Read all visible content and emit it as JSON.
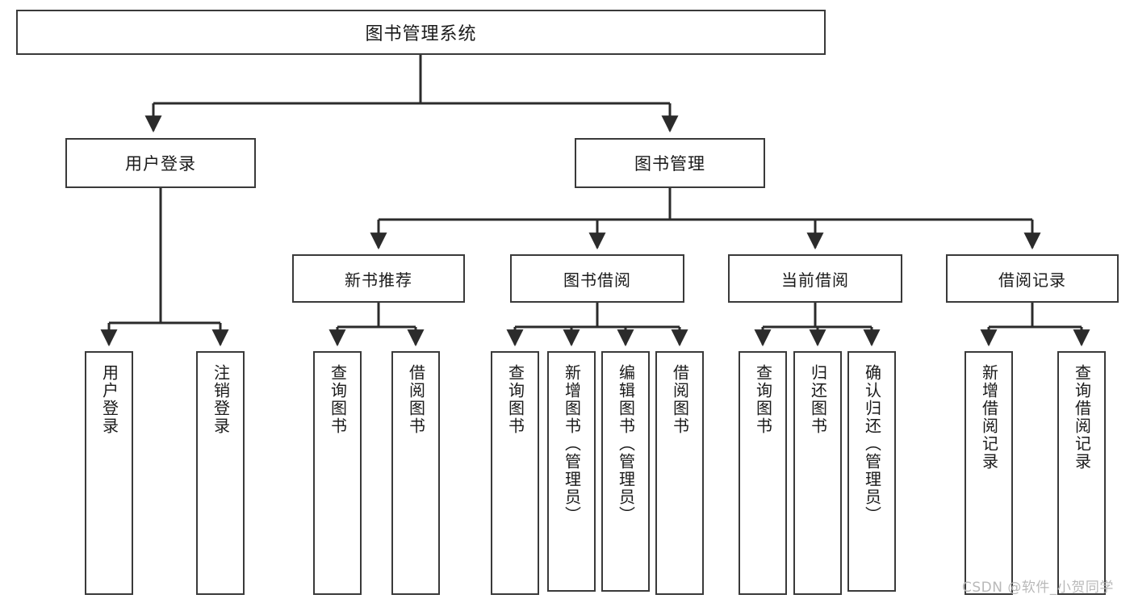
{
  "diagram": {
    "title": "图书管理系统",
    "type": "tree-hierarchy",
    "root": {
      "label": "图书管理系统"
    },
    "level2": [
      {
        "label": "用户登录"
      },
      {
        "label": "图书管理"
      }
    ],
    "level3": [
      {
        "label": "新书推荐"
      },
      {
        "label": "图书借阅"
      },
      {
        "label": "当前借阅"
      },
      {
        "label": "借阅记录"
      }
    ],
    "leaves": {
      "user_login": [
        {
          "label": "用户登录"
        },
        {
          "label": "注销登录"
        }
      ],
      "new_book_recommend": [
        {
          "label": "查询图书"
        },
        {
          "label": "借阅图书"
        }
      ],
      "book_borrow": [
        {
          "label": "查询图书"
        },
        {
          "label": "新增图书（管理员）"
        },
        {
          "label": "编辑图书（管理员）"
        },
        {
          "label": "借阅图书"
        }
      ],
      "current_borrow": [
        {
          "label": "查询图书"
        },
        {
          "label": "归还图书"
        },
        {
          "label": "确认归还（管理员）"
        }
      ],
      "borrow_records": [
        {
          "label": "新增借阅记录"
        },
        {
          "label": "查询借阅记录"
        }
      ]
    },
    "watermark": "CSDN @软件_小贺同学",
    "colors": {
      "box_border": "#3a3a3a",
      "connector": "#2b2b2b",
      "background": "#ffffff",
      "text": "#1a1a1a",
      "watermark": "#b9b9b9"
    }
  }
}
